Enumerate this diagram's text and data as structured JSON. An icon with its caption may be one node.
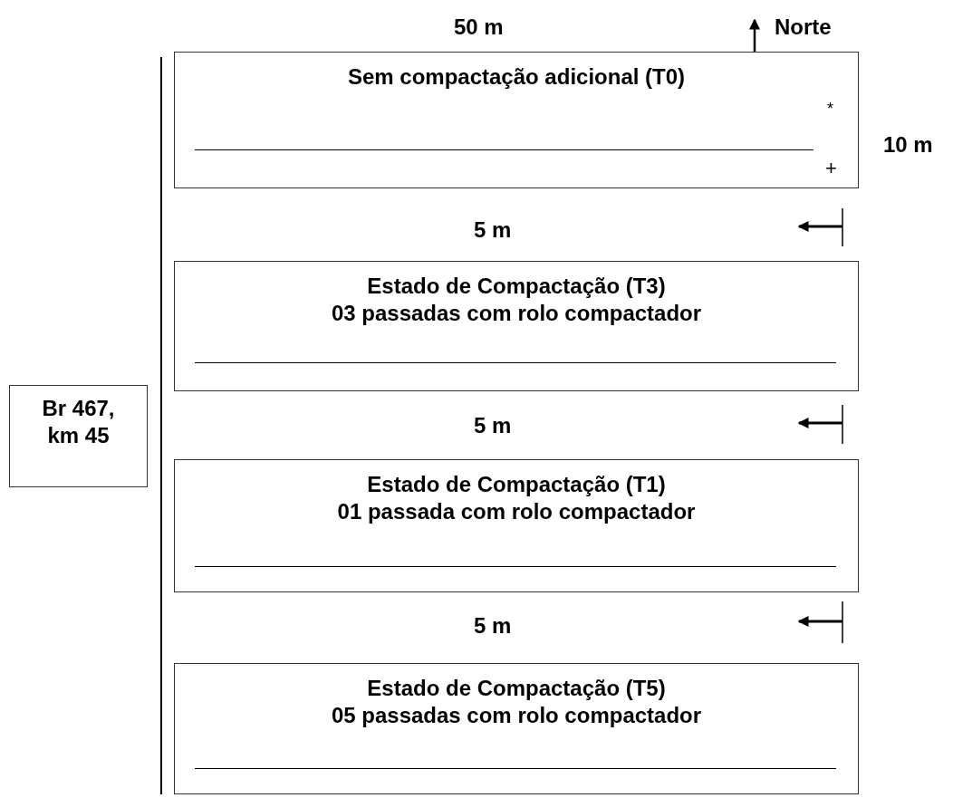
{
  "diagram": {
    "nodes": [
      {
        "text": [
          "Sem compactação adicional (T0)"
        ]
      },
      {
        "text": [
          "Estado de Compactação (T3)",
          "03 passadas com rolo compactador"
        ]
      },
      {
        "text": [
          "Estado de Compactação (T1)",
          "01 passada com rolo compactador"
        ]
      },
      {
        "text": [
          "Estado de Compactação (T5)",
          "05 passadas com rolo compactador"
        ]
      },
      {
        "text": [
          "Br 467, km 45"
        ]
      }
    ],
    "labels": [
      "50 m",
      "Norte",
      "*",
      "10 m",
      "+",
      "5 m",
      "5 m",
      "5 m"
    ]
  }
}
